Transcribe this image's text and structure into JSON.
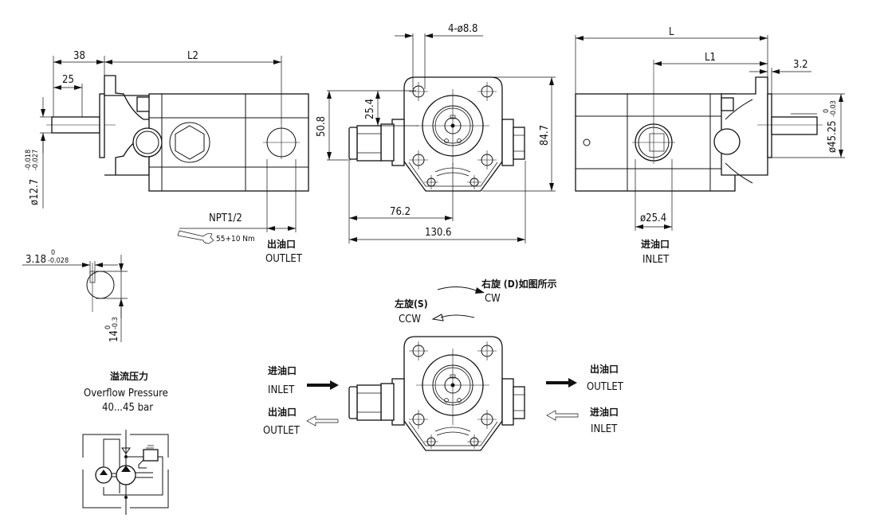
{
  "title": "Gear pump dimensional drawing",
  "colors": {
    "line": "#111111",
    "background": "#ffffff"
  },
  "left_view": {
    "dim_38": "38",
    "dim_25": "25",
    "dim_L2": "L2",
    "shaft_dia": "ø12.7",
    "shaft_tol_upper": "-0.018",
    "shaft_tol_lower": "-0.027",
    "port_thread": "NPT1/2",
    "torque": "55+10 Nm",
    "outlet_cn": "出油口",
    "outlet_en": "OUTLET"
  },
  "key_detail": {
    "key_width": "3.18",
    "key_tol_upper": "0",
    "key_tol_lower": "-0.028",
    "key_height": "14",
    "height_tol_upper": "0",
    "height_tol_lower": "-0.3"
  },
  "front_view": {
    "holes": "4-ø8.8",
    "dim_50_8": "50.8",
    "dim_25_4": "25.4",
    "dim_84_7": "84.7",
    "dim_76_2": "76.2",
    "dim_130_6": "130.6"
  },
  "right_view": {
    "dim_L": "L",
    "dim_L1": "L1",
    "dim_3_2": "3.2",
    "pilot_dia": "ø45.25",
    "pilot_tol_upper": "0",
    "pilot_tol_lower": "-0.03",
    "inlet_dia": "ø25.4",
    "inlet_cn": "进油口",
    "inlet_en": "INLET"
  },
  "rotation": {
    "cw_cn": "右旋 (D)如图所示",
    "cw_en": "CW",
    "ccw_cn": "左旋(S)",
    "ccw_en": "CCW",
    "left_top_cn": "进油口",
    "left_top_en": "INLET",
    "left_bottom_cn": "出油口",
    "left_bottom_en": "OUTLET",
    "right_top_cn": "出油口",
    "right_top_en": "OUTLET",
    "right_bottom_cn": "进油口",
    "right_bottom_en": "INLET"
  },
  "relief": {
    "title_cn": "溢流压力",
    "title_en": "Overflow   Pressure",
    "value": "40...45 bar"
  }
}
